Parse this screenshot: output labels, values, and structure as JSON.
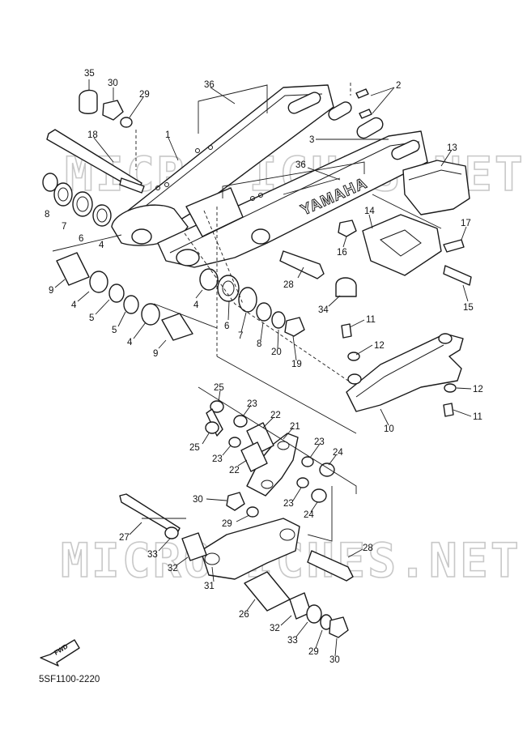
{
  "watermarks": [
    "MICROFICHES.NET",
    "MICROFICHES.NET"
  ],
  "swingarm_logo": "YAMAHA",
  "direction_marker": "FWD",
  "diagram_code": "5SF1100-2220",
  "callouts": [
    {
      "id": "c35",
      "label": "35"
    },
    {
      "id": "c30a",
      "label": "30"
    },
    {
      "id": "c29a",
      "label": "29"
    },
    {
      "id": "c36a",
      "label": "36"
    },
    {
      "id": "c2",
      "label": "2"
    },
    {
      "id": "c3",
      "label": "3"
    },
    {
      "id": "c13",
      "label": "13"
    },
    {
      "id": "c1",
      "label": "1"
    },
    {
      "id": "c18",
      "label": "18"
    },
    {
      "id": "c36b",
      "label": "36"
    },
    {
      "id": "c8a",
      "label": "8"
    },
    {
      "id": "c7a",
      "label": "7"
    },
    {
      "id": "c6a",
      "label": "6"
    },
    {
      "id": "c4a",
      "label": "4"
    },
    {
      "id": "c14",
      "label": "14"
    },
    {
      "id": "c17",
      "label": "17"
    },
    {
      "id": "c16",
      "label": "16"
    },
    {
      "id": "c28a",
      "label": "28"
    },
    {
      "id": "c15",
      "label": "15"
    },
    {
      "id": "c9a",
      "label": "9"
    },
    {
      "id": "c4b",
      "label": "4"
    },
    {
      "id": "c5a",
      "label": "5"
    },
    {
      "id": "c5b",
      "label": "5"
    },
    {
      "id": "c4c",
      "label": "4"
    },
    {
      "id": "c9b",
      "label": "9"
    },
    {
      "id": "c4d",
      "label": "4"
    },
    {
      "id": "c6b",
      "label": "6"
    },
    {
      "id": "c7b",
      "label": "7"
    },
    {
      "id": "c8b",
      "label": "8"
    },
    {
      "id": "c20",
      "label": "20"
    },
    {
      "id": "c19",
      "label": "19"
    },
    {
      "id": "c34",
      "label": "34"
    },
    {
      "id": "c11a",
      "label": "11"
    },
    {
      "id": "c12a",
      "label": "12"
    },
    {
      "id": "c12b",
      "label": "12"
    },
    {
      "id": "c11b",
      "label": "11"
    },
    {
      "id": "c10",
      "label": "10"
    },
    {
      "id": "c25a",
      "label": "25"
    },
    {
      "id": "c23a",
      "label": "23"
    },
    {
      "id": "c22a",
      "label": "22"
    },
    {
      "id": "c21",
      "label": "21"
    },
    {
      "id": "c25b",
      "label": "25"
    },
    {
      "id": "c23b",
      "label": "23"
    },
    {
      "id": "c22b",
      "label": "22"
    },
    {
      "id": "c23c",
      "label": "23"
    },
    {
      "id": "c24a",
      "label": "24"
    },
    {
      "id": "c23d",
      "label": "23"
    },
    {
      "id": "c24b",
      "label": "24"
    },
    {
      "id": "c30b",
      "label": "30"
    },
    {
      "id": "c29b",
      "label": "29"
    },
    {
      "id": "c27",
      "label": "27"
    },
    {
      "id": "c28b",
      "label": "28"
    },
    {
      "id": "c33a",
      "label": "33"
    },
    {
      "id": "c32a",
      "label": "32"
    },
    {
      "id": "c31",
      "label": "31"
    },
    {
      "id": "c26",
      "label": "26"
    },
    {
      "id": "c32b",
      "label": "32"
    },
    {
      "id": "c33b",
      "label": "33"
    },
    {
      "id": "c29c",
      "label": "29"
    },
    {
      "id": "c30c",
      "label": "30"
    }
  ]
}
